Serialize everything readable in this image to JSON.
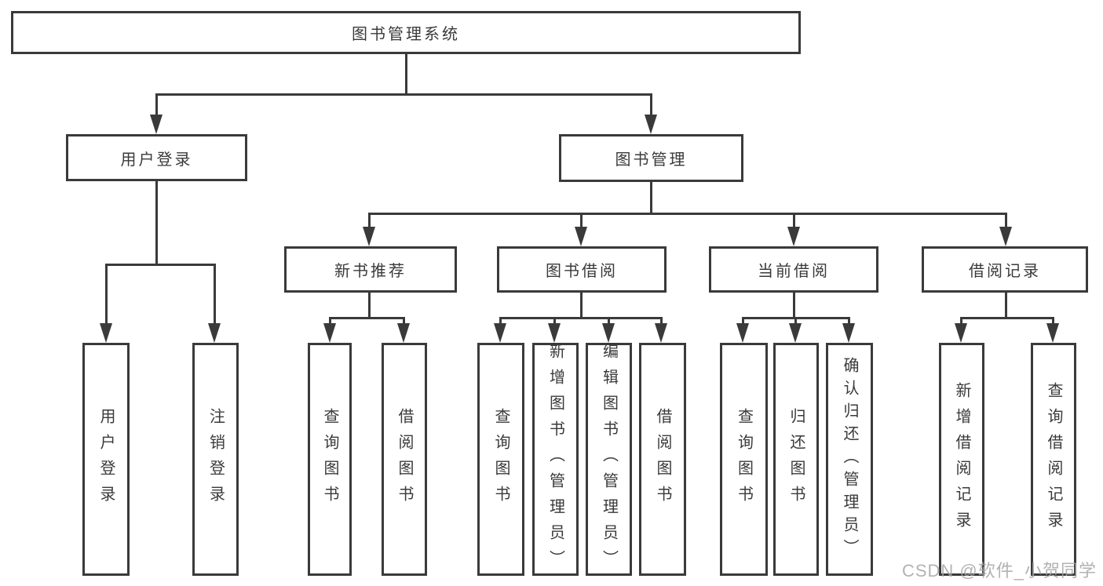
{
  "tree": {
    "root": {
      "label": "图书管理系统",
      "children": [
        {
          "label": "用户登录",
          "children": [
            {
              "label": "用户登录"
            },
            {
              "label": "注销登录"
            }
          ]
        },
        {
          "label": "图书管理",
          "children": [
            {
              "label": "新书推荐",
              "children": [
                {
                  "label": "查询图书"
                },
                {
                  "label": "借阅图书"
                }
              ]
            },
            {
              "label": "图书借阅",
              "children": [
                {
                  "label": "查询图书"
                },
                {
                  "label": "新增图书（管理员）"
                },
                {
                  "label": "编辑图书（管理员）"
                },
                {
                  "label": "借阅图书"
                }
              ]
            },
            {
              "label": "当前借阅",
              "children": [
                {
                  "label": "查询图书"
                },
                {
                  "label": "归还图书"
                },
                {
                  "label": "确认归还（管理员）"
                }
              ]
            },
            {
              "label": "借阅记录",
              "children": [
                {
                  "label": "新增借阅记录"
                },
                {
                  "label": "查询借阅记录"
                }
              ]
            }
          ]
        }
      ]
    }
  },
  "watermark": {
    "text": "CSDN @软件_小贺同学"
  },
  "colors": {
    "line": "#3a3a3a",
    "text": "#3a3a3a",
    "background": "#ffffff",
    "watermark": "#a5a5a5"
  }
}
